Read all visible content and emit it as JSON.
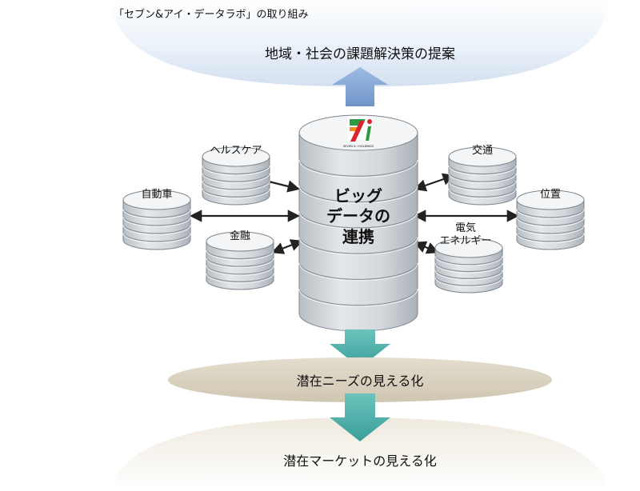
{
  "caption": "「セブン&アイ・データラボ」の取り組み",
  "top_goal": "地域・社会の課題解決策の提案",
  "center": {
    "line1": "ビッグ",
    "line2": "データの",
    "line3": "連携",
    "logo_text": "SEVEN & i HOLDINGS"
  },
  "sources": {
    "health_care": "ヘルスケア",
    "car": "自動車",
    "finance": "金融",
    "transport": "交通",
    "location": "位置",
    "electric_line1": "電気",
    "electric_line2": "エネルギー"
  },
  "middle_result": "潜在ニーズの見える化",
  "bottom_result": "潜在マーケットの見える化",
  "colors": {
    "cylinder_top": "#f2f4f5",
    "cylinder_body": "#c9ced3",
    "top_arrow": "#86a9d6",
    "teal_arrow": "#4fb1ab",
    "sky_ellipse": "#dde8f5",
    "beige_ellipse": "#d8d0be",
    "bottom_ellipse": "#ece6da"
  }
}
